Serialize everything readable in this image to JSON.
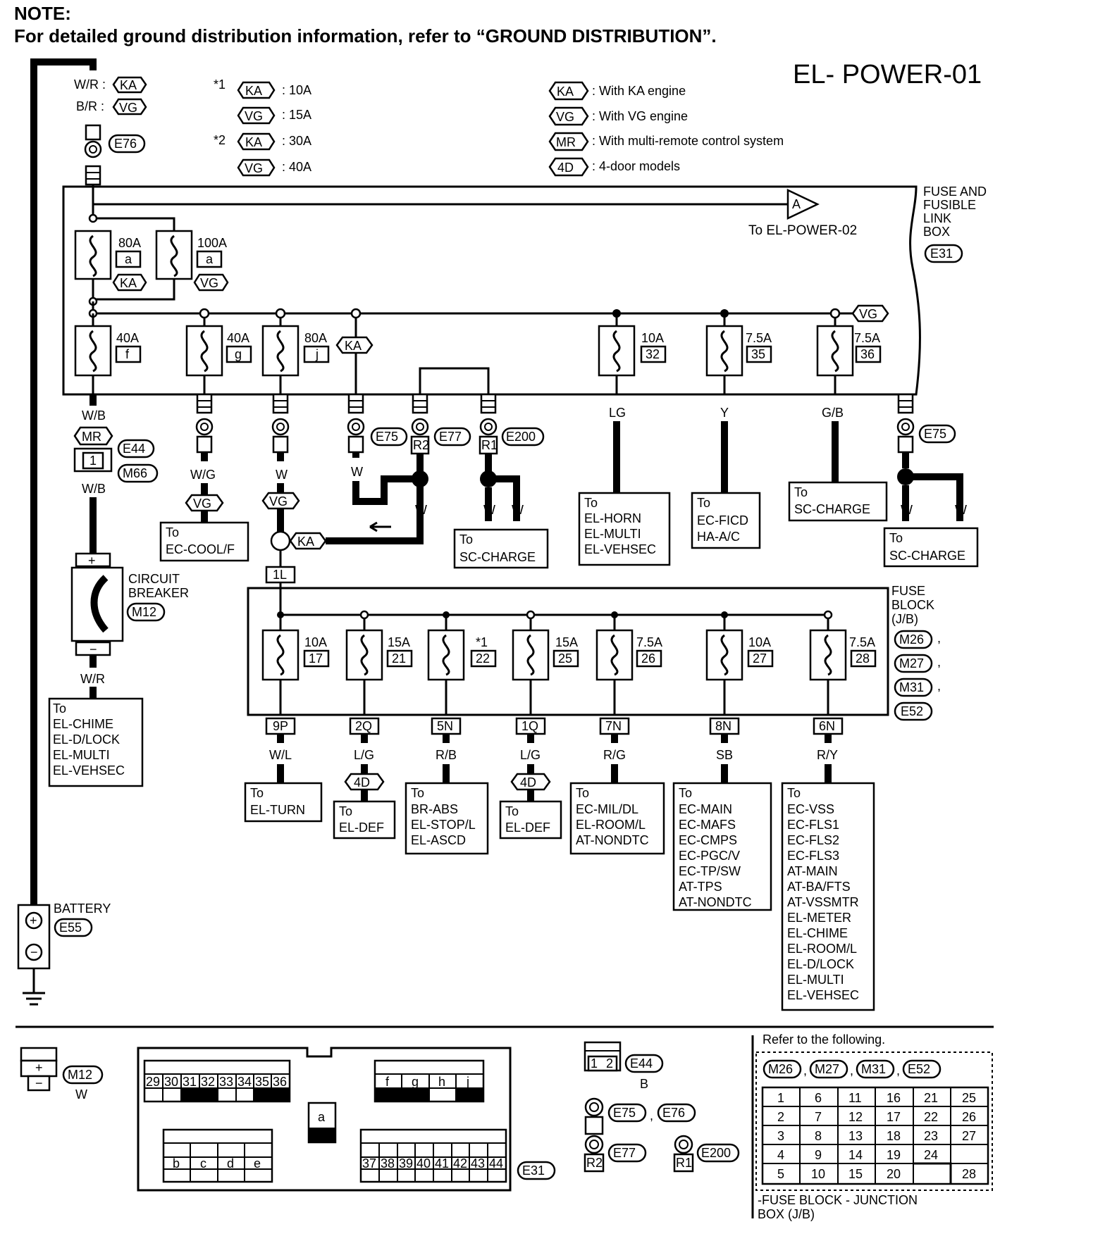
{
  "note": {
    "heading": "NOTE:",
    "text": "For detailed ground distribution information, refer to “GROUND DISTRIBUTION”."
  },
  "page_id": "EL- POWER-01",
  "top_feed": {
    "wr": "W/R :",
    "br": "B/R :",
    "ka": "KA",
    "vg": "VG",
    "connector": "E76"
  },
  "footnotes": [
    {
      "mark": "*1",
      "code": "KA",
      "value": ": 10A"
    },
    {
      "mark": "",
      "code": "VG",
      "value": ": 15A"
    },
    {
      "mark": "*2",
      "code": "KA",
      "value": ": 30A"
    },
    {
      "mark": "",
      "code": "VG",
      "value": ": 40A"
    }
  ],
  "legend": [
    {
      "code": "KA",
      "text": ": With KA engine"
    },
    {
      "code": "VG",
      "text": ": With VG engine"
    },
    {
      "code": "MR",
      "text": ": With multi-remote control system"
    },
    {
      "code": "4D",
      "text": ": 4-door models"
    }
  ],
  "fusible_link_box": {
    "label": [
      "FUSE AND",
      "FUSIBLE",
      "LINK",
      "BOX"
    ],
    "connector": "E31",
    "to_power02": "To EL-POWER-02",
    "arrow_letter": "A",
    "links": [
      {
        "amp": "80A",
        "id": "a",
        "tag": "KA"
      },
      {
        "amp": "100A",
        "id": "a",
        "tag": "VG"
      },
      {
        "amp": "40A",
        "id": "f"
      },
      {
        "amp": "40A",
        "id": "g"
      },
      {
        "amp": "80A",
        "id": "j"
      }
    ],
    "fuses": [
      {
        "amp": "10A",
        "id": "32"
      },
      {
        "amp": "7.5A",
        "id": "35"
      },
      {
        "amp": "7.5A",
        "id": "36"
      }
    ],
    "ka_tag": "KA",
    "vg_tag": "VG"
  },
  "left_branch": {
    "wire1": "W/B",
    "mr": "MR",
    "conn_e44": "E44",
    "pin": "1",
    "conn_m66": "M66",
    "wire2": "W/B",
    "breaker_label": [
      "CIRCUIT",
      "BREAKER"
    ],
    "breaker_conn": "M12",
    "plus": "+",
    "minus": "−",
    "wire3": "W/R",
    "dest": [
      "To",
      "EL-CHIME",
      "EL-D/LOCK",
      "EL-MULTI",
      "EL-VEHSEC"
    ]
  },
  "mid_branches": {
    "wg": "W/G",
    "vg1": "VG",
    "cool_dest": [
      "To",
      "EC-COOL/F"
    ],
    "w1": "W",
    "vg2": "VG",
    "ka_join": "KA",
    "conn_1l": "1L",
    "w2": "W",
    "e75": "E75",
    "r2": "R2",
    "e77": "E77",
    "w3": "W",
    "r1": "R1",
    "e200": "E200",
    "w4": "W",
    "w5": "W",
    "sc_dest1": [
      "To",
      "SC-CHARGE"
    ],
    "lg": "LG",
    "horn_dest": [
      "To",
      "EL-HORN",
      "EL-MULTI",
      "EL-VEHSEC"
    ],
    "y": "Y",
    "ficd_dest": [
      "To",
      "EC-FICD",
      "HA-A/C"
    ],
    "gb": "G/B",
    "sc_dest2": [
      "To",
      "SC-CHARGE"
    ],
    "e75b": "E75",
    "w6": "W",
    "w7": "W",
    "sc_dest3": [
      "To",
      "SC-CHARGE"
    ]
  },
  "fuse_block": {
    "label": [
      "FUSE",
      "BLOCK",
      "(J/B)"
    ],
    "connectors": [
      "M26",
      "M27",
      "M31",
      "E52"
    ],
    "fuses": [
      {
        "amp": "10A",
        "id": "17",
        "pin": "9P",
        "wire": "W/L",
        "tag": "",
        "dest": [
          "To",
          "EL-TURN"
        ]
      },
      {
        "amp": "15A",
        "id": "21",
        "pin": "2Q",
        "wire": "L/G",
        "tag": "4D",
        "dest": [
          "To",
          "EL-DEF"
        ]
      },
      {
        "amp": "*1",
        "id": "22",
        "pin": "5N",
        "wire": "R/B",
        "tag": "",
        "dest": [
          "To",
          "BR-ABS",
          "EL-STOP/L",
          "EL-ASCD"
        ]
      },
      {
        "amp": "15A",
        "id": "25",
        "pin": "1Q",
        "wire": "L/G",
        "tag": "4D",
        "dest": [
          "To",
          "EL-DEF"
        ]
      },
      {
        "amp": "7.5A",
        "id": "26",
        "pin": "7N",
        "wire": "R/G",
        "tag": "",
        "dest": [
          "To",
          "EC-MIL/DL",
          "EL-ROOM/L",
          "AT-NONDTC"
        ]
      },
      {
        "amp": "10A",
        "id": "27",
        "pin": "8N",
        "wire": "SB",
        "tag": "",
        "dest": [
          "To",
          "EC-MAIN",
          "EC-MAFS",
          "EC-CMPS",
          "EC-PGC/V",
          "EC-TP/SW",
          "AT-TPS",
          "AT-NONDTC"
        ]
      },
      {
        "amp": "7.5A",
        "id": "28",
        "pin": "6N",
        "wire": "R/Y",
        "tag": "",
        "dest": [
          "To",
          "EC-VSS",
          "EC-FLS1",
          "EC-FLS2",
          "EC-FLS3",
          "AT-MAIN",
          "AT-BA/FTS",
          "AT-VSSMTR",
          "EL-METER",
          "EL-CHIME",
          "EL-ROOM/L",
          "EL-D/LOCK",
          "EL-MULTI",
          "EL-VEHSEC"
        ]
      }
    ]
  },
  "battery": {
    "label": "BATTERY",
    "connector": "E55",
    "plus": "+",
    "minus": "−"
  },
  "connector_views": {
    "m12": {
      "plus": "+",
      "minus": "−",
      "id": "M12",
      "color": "W"
    },
    "e31": {
      "top_row": [
        "29",
        "30",
        "31",
        "32",
        "33",
        "34",
        "35",
        "36"
      ],
      "center": "a",
      "right_top": [
        "f",
        "g",
        "h",
        "j"
      ],
      "left_bottom": [
        "b",
        "c",
        "d",
        "e"
      ],
      "right_bottom": [
        "37",
        "38",
        "39",
        "40",
        "41",
        "42",
        "43",
        "44"
      ],
      "id": "E31"
    },
    "e44": {
      "pins": [
        "1",
        "2"
      ],
      "id": "E44",
      "color": "B"
    },
    "e75_e76": {
      "ids": [
        "E75",
        "E76"
      ],
      "sep": ","
    },
    "e77": {
      "id": "E77",
      "pin": "R2"
    },
    "e200": {
      "id": "E200",
      "pin": "R1"
    },
    "junction": {
      "refer": "Refer to the following.",
      "ids": [
        "M26",
        "M27",
        "M31",
        "E52"
      ],
      "sep": ",",
      "grid": [
        [
          "1",
          "6",
          "11",
          "16",
          "21",
          "25"
        ],
        [
          "2",
          "7",
          "12",
          "17",
          "22",
          "26"
        ],
        [
          "3",
          "8",
          "13",
          "18",
          "23",
          "27"
        ],
        [
          "4",
          "9",
          "14",
          "19",
          "24",
          ""
        ],
        [
          "5",
          "10",
          "15",
          "20",
          "",
          "28"
        ]
      ],
      "caption": [
        "-FUSE BLOCK - JUNCTION",
        "BOX (J/B)"
      ]
    }
  }
}
